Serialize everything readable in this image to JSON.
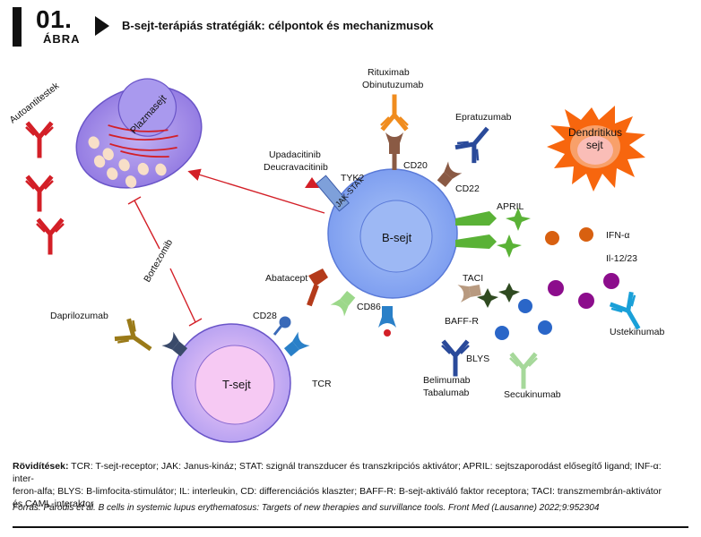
{
  "header": {
    "figure_number": "01.",
    "figure_word": "ÁBRA",
    "title": "B-sejt-terápiás stratégiák: célpontok és mechanizmusok"
  },
  "labels": {
    "autoantitestek": "Autoantitestek",
    "plazmasejt": "Plazmasejt",
    "bortezomib": "Bortezomib",
    "daprilozumab": "Daprilozumab",
    "cd28": "CD28",
    "tsejt": "T-sejt",
    "tcr": "TCR",
    "abatacept": "Abatacept",
    "cd86": "CD86",
    "upadacitinib": "Upadacitinib",
    "deucravacitinib": "Deucravacitinib",
    "tyk2": "TYK2",
    "jakstat": "JAK-STAT",
    "bsejt": "B-sejt",
    "rituximab": "Rituximab",
    "obinutuzumab": "Obinutuzumab",
    "cd20": "CD20",
    "epratuzumab": "Epratuzumab",
    "cd22": "CD22",
    "dendritikus": "Dendritikus",
    "dendritikus2": "sejt",
    "april": "APRIL",
    "ifna": "IFN-α",
    "il1223": "Il-12/23",
    "taci": "TACI",
    "ustekinumab": "Ustekinumab",
    "baffr": "BAFF-R",
    "blys": "BLYS",
    "belimumab": "Belimumab",
    "tabalumab": "Tabalumab",
    "secukinumab": "Secukinumab"
  },
  "caption": {
    "lead": "Rövidítések:",
    "line1": " TCR: T-sejt-receptor; JAK: Janus-kináz; STAT: szignál transzducer és transzkripciós aktivátor; APRIL: sejtszaporodást elősegítő ligand; INF-α: inter-",
    "line2": "feron-alfa; BLYS: B-limfocita-stimulátor; IL: interleukin, CD: differenciációs klaszter; BAFF-R: B-sejt-aktiváló faktor receptora; TACI: transzmembrán-aktivátor",
    "line3": "és CAML-interaktor"
  },
  "source": "Forrás: Parodis et al. B cells in systemic lupus erythematosus: Targets of new therapies and survillance tools. Front Med (Lausanne) 2022;9:952304",
  "colors": {
    "red": "#d31f27",
    "cell_blue": "#8fb0f0",
    "tcell_pink": "#f4c3f2",
    "plasma_purple": "#a58be6",
    "orange": "#f08c1e",
    "green": "#5ab236",
    "purple": "#8c0d8c",
    "brown": "#8a5a44",
    "navy": "#2a4a9a",
    "dendritic": "#f7660e"
  }
}
